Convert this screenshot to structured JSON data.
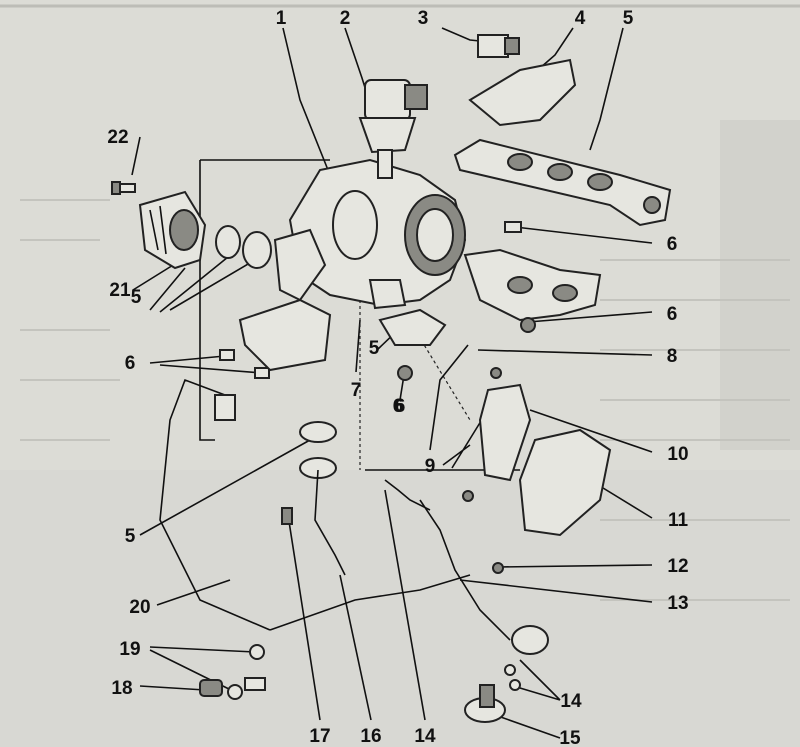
{
  "diagram": {
    "callouts": [
      {
        "id": "c1",
        "label": "1"
      },
      {
        "id": "c2",
        "label": "2"
      },
      {
        "id": "c3",
        "label": "3"
      },
      {
        "id": "c4",
        "label": "4"
      },
      {
        "id": "c5a",
        "label": "5"
      },
      {
        "id": "c22",
        "label": "22"
      },
      {
        "id": "c6a",
        "label": "6"
      },
      {
        "id": "c21",
        "label": "21"
      },
      {
        "id": "c5b",
        "label": "5"
      },
      {
        "id": "c6b",
        "label": "6"
      },
      {
        "id": "c6c",
        "label": "6"
      },
      {
        "id": "c5c",
        "label": "5"
      },
      {
        "id": "c8",
        "label": "8"
      },
      {
        "id": "c6d",
        "label": "6"
      },
      {
        "id": "c7",
        "label": "7"
      },
      {
        "id": "c6e",
        "label": "6"
      },
      {
        "id": "c9",
        "label": "9"
      },
      {
        "id": "c10",
        "label": "10"
      },
      {
        "id": "c11",
        "label": "11"
      },
      {
        "id": "c5d",
        "label": "5"
      },
      {
        "id": "c12",
        "label": "12"
      },
      {
        "id": "c13",
        "label": "13"
      },
      {
        "id": "c20",
        "label": "20"
      },
      {
        "id": "c19",
        "label": "19"
      },
      {
        "id": "c18",
        "label": "18"
      },
      {
        "id": "c17",
        "label": "17"
      },
      {
        "id": "c16",
        "label": "16"
      },
      {
        "id": "c14a",
        "label": "14"
      },
      {
        "id": "c14b",
        "label": "14"
      },
      {
        "id": "c15",
        "label": "15"
      }
    ]
  }
}
